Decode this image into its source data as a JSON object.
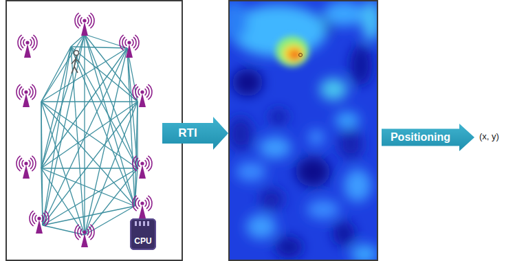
{
  "diagram": {
    "nodes": [
      {
        "text": [
          "CPU"
        ]
      },
      {
        "text": [
          "RTI"
        ]
      },
      {
        "text": [
          "Positioning"
        ]
      }
    ],
    "labels": [
      "(x, y)"
    ]
  }
}
